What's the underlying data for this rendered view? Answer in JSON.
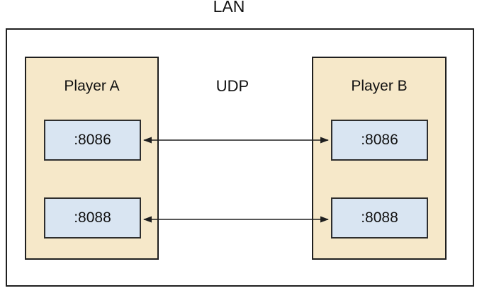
{
  "diagram": {
    "title": "LAN",
    "protocol_label": "UDP",
    "nodes": [
      {
        "id": "player-a",
        "label": "Player A",
        "ports": [
          ":8086",
          ":8088"
        ]
      },
      {
        "id": "player-b",
        "label": "Player B",
        "ports": [
          ":8086",
          ":8088"
        ]
      }
    ],
    "connections": [
      {
        "from": "player-a :8086",
        "to": "player-b :8086",
        "bidirectional": true
      },
      {
        "from": "player-a :8088",
        "to": "player-b :8088",
        "bidirectional": true
      }
    ],
    "colors": {
      "background": "#ffffff",
      "node_fill": "#f6e8c9",
      "port_fill": "#d9e5f2",
      "border": "#1f1f1f",
      "text": "#111111"
    }
  }
}
